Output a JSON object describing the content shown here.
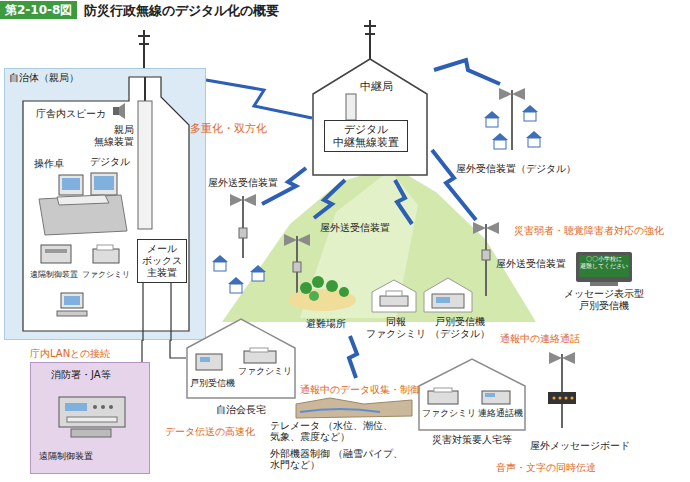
{
  "diagram": {
    "title": "防災行政無線のデジタル化の概要",
    "nodes": [
      {
        "text": [
          "自治体（親局）"
        ]
      },
      {
        "text": [
          "メール ボックス 主装置"
        ],
        "in": 0
      },
      {
        "text": [
          "中継局"
        ]
      },
      {
        "text": [
          "デジタル",
          "中継無線装置"
        ],
        "in": 2
      },
      {
        "text": [
          "消防署・JA等",
          "遠隔制御装置"
        ]
      },
      {
        "text": [
          "戸別受信機",
          "ファクシミリ",
          "自治会長宅"
        ]
      },
      {
        "text": [
          "ファクシミリ",
          "連絡通話機",
          "災害対策要人宅等"
        ]
      }
    ],
    "edges": [
      {
        "from": 0,
        "to": 2,
        "arrow": "none"
      },
      {
        "from": 0,
        "to": 5,
        "arrow": "none"
      },
      {
        "from": 0,
        "to": 4,
        "arrow": "none"
      }
    ],
    "labels": [
      "第2-10-8図",
      "庁舎内スピーカ",
      "親局 無線装置",
      "デジタル",
      "操作卓",
      "遠隔制御装置",
      "ファクシミリ",
      "多重化・双方化",
      "屋外受信装置（デジタル）",
      "屋外送受信装置",
      "屋外送受信装置",
      "屋外送受信装置",
      "災害弱者・聴覚障害者対応の強化",
      "〇〇小学校に 避難してください",
      "メッセージ表示型 戸別受信機",
      "避難場所",
      "同報 ファクシミリ",
      "戸別受信機 （デジタル）",
      "通報中の連絡通話",
      "庁内LANとの接続",
      "通報中のデータ収集・制御",
      "データ伝送の高速化",
      "テレメータ （水位、潮位、気象、震度など）",
      "外部機器制御 （融雪パイプ、水門など）",
      "屋外メッセージボード",
      "音声・文字の同時伝達"
    ]
  }
}
